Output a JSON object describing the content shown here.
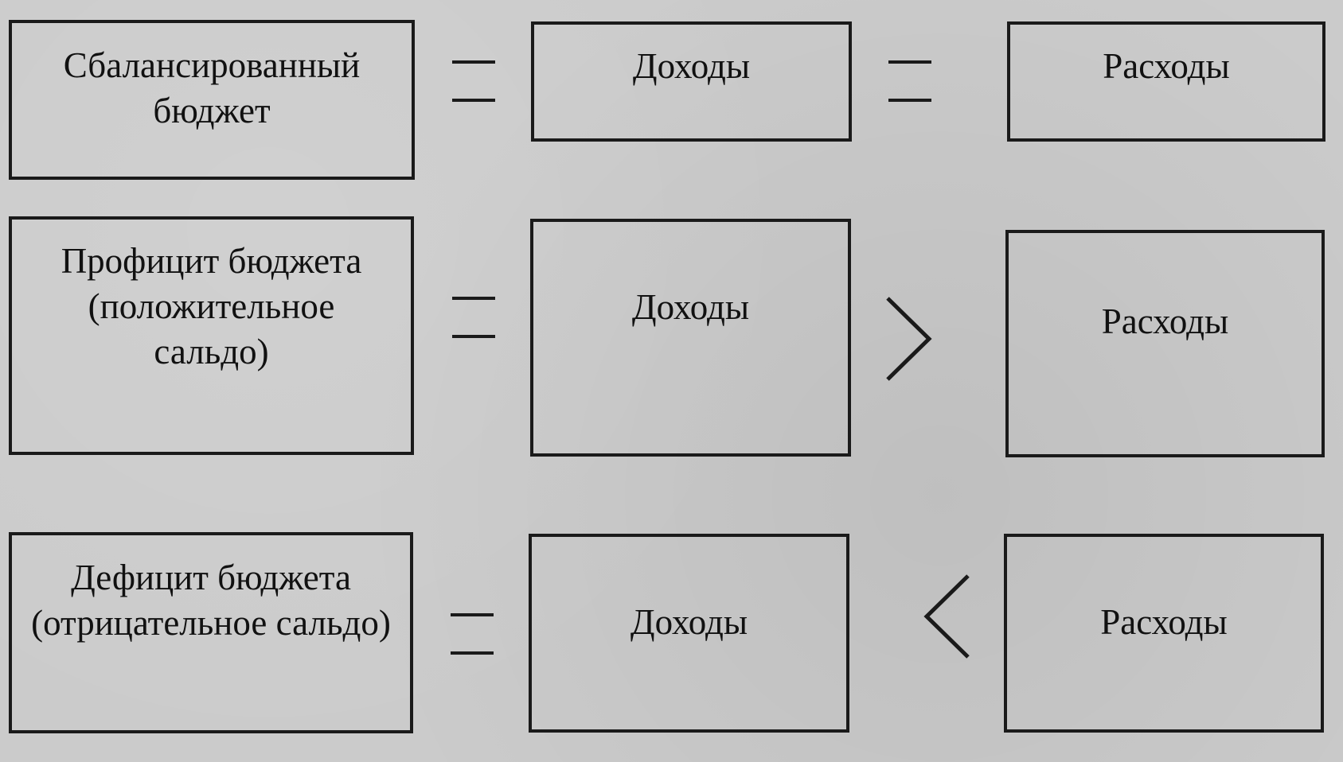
{
  "rows": [
    {
      "left": "Сбалансированный бюджет",
      "middle": "Доходы",
      "right": "Расходы",
      "sign_left": "=",
      "sign_right": "="
    },
    {
      "left": "Профицит бюджета (положительное сальдо)",
      "middle": "Доходы",
      "right": "Расходы",
      "sign_left": "=",
      "sign_right": ">"
    },
    {
      "left": "Дефицит бюджета (отрицательное сальдо)",
      "middle": "Доходы",
      "right": "Расходы",
      "sign_left": "=",
      "sign_right": "<"
    }
  ]
}
